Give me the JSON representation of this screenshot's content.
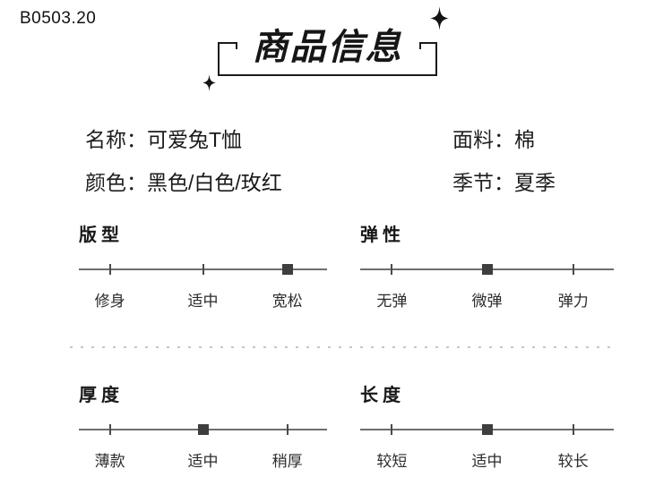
{
  "product_code": "B0503.20",
  "title": "商品信息",
  "icons": {
    "sparkle_large": "four-point-sparkle",
    "sparkle_small": "four-point-sparkle"
  },
  "info": {
    "name": {
      "label": "名称：",
      "value": "可爱兔T恤"
    },
    "fabric": {
      "label": "面料：",
      "value": "棉"
    },
    "color": {
      "label": "颜色：",
      "value": "黑色/白色/玫红"
    },
    "season": {
      "label": "季节：",
      "value": "夏季"
    }
  },
  "sliders": [
    {
      "title": "版型",
      "options": [
        "修身",
        "适中",
        "宽松"
      ],
      "selected": "宽松",
      "selected_index": 2,
      "marker_style": "left:84%"
    },
    {
      "title": "弹性",
      "options": [
        "无弹",
        "微弹",
        "弹力"
      ],
      "selected": "微弹",
      "selected_index": 1,
      "marker_style": "left:50%"
    },
    {
      "title": "厚度",
      "options": [
        "薄款",
        "适中",
        "稍厚"
      ],
      "selected": "适中",
      "selected_index": 1,
      "marker_style": "left:50%"
    },
    {
      "title": "长度",
      "options": [
        "较短",
        "适中",
        "较长"
      ],
      "selected": "适中",
      "selected_index": 1,
      "marker_style": "left:50%"
    }
  ],
  "colors": {
    "background": "#ffffff",
    "text": "#1a1a1a",
    "track_line": "#6e6e6e",
    "marker": "#3e3e3e",
    "divider_dash": "#c6c6c6"
  }
}
